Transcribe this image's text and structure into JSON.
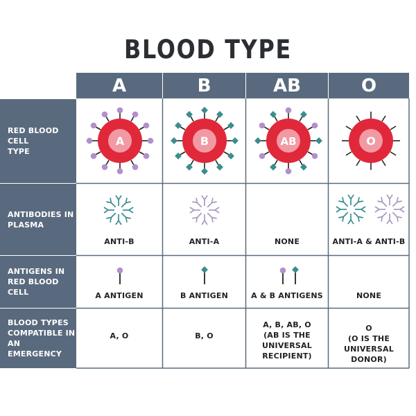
{
  "title": "BLOOD  TYPE",
  "columns": [
    "A",
    "B",
    "AB",
    "O"
  ],
  "row_labels": [
    "RED BLOOD CELL\nTYPE",
    "ANTIBODIES IN\nPLASMA",
    "ANTIGENS IN\nRED BLOOD CELL",
    "BLOOD TYPES\nCOMPATIBLE IN\nAN EMERGENCY"
  ],
  "cells": [
    {
      "cell_label": "A",
      "antibodies": "ANTI-B",
      "antigens": "A ANTIGEN",
      "compatible": "A, O"
    },
    {
      "cell_label": "B",
      "antibodies": "ANTI-A",
      "antigens": "B ANTIGEN",
      "compatible": "B, O"
    },
    {
      "cell_label": "AB",
      "antibodies": "NONE",
      "antigens": "A & B ANTIGENS",
      "compatible": "A, B, AB, O\n(AB  IS THE\nUNIVERSAL\nRECIPIENT)"
    },
    {
      "cell_label": "O",
      "antibodies": "ANTI-A & ANTI-B",
      "antigens": "NONE",
      "compatible": "O\n(O IS THE\nUNIVERSAL DONOR)"
    }
  ],
  "colors": {
    "header_bg": "#5a6a7e",
    "cell_red": "#e0283a",
    "cell_ring": "#f29aa3",
    "antigen_a": "#b38fcb",
    "antigen_b": "#3a8d8f",
    "antibody_teal": "#3a8d8f",
    "antibody_purple": "#a99ac0",
    "grid_line": "#5a6a7e"
  }
}
